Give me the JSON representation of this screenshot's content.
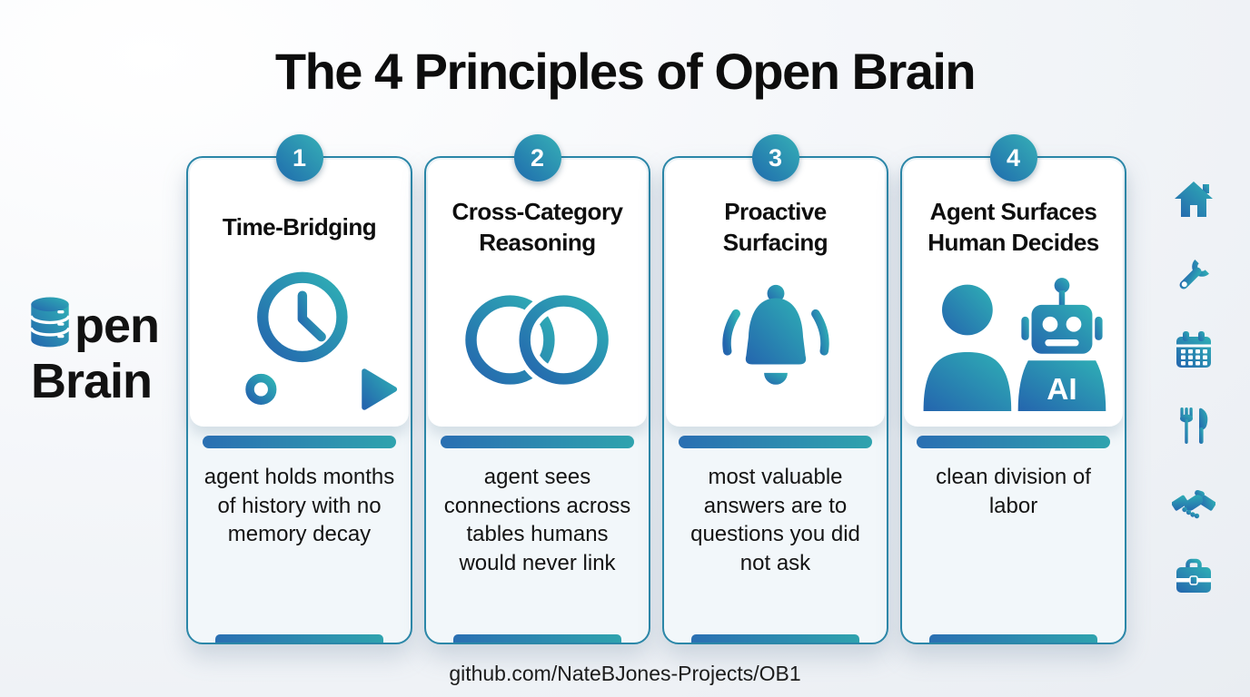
{
  "page": {
    "title": "The 4 Principles of Open Brain",
    "footer_url": "github.com/NateBJones-Projects/OB1"
  },
  "logo": {
    "icon": "database-icon",
    "word_top": "pen",
    "word_bottom": "Brain"
  },
  "cards": [
    {
      "number": "1",
      "title": "Time-Bridging",
      "icon": "clock-timeline-icon",
      "description": "agent holds months of history with no memory decay"
    },
    {
      "number": "2",
      "title": "Cross-Category Reasoning",
      "icon": "interlocking-rings-icon",
      "description": "agent sees connections across tables humans would never link"
    },
    {
      "number": "3",
      "title": "Proactive Surfacing",
      "icon": "bell-icon",
      "description": "most valuable answers are to questions you did not ask"
    },
    {
      "number": "4",
      "title": "Agent Surfaces Human Decides",
      "icon": "human-robot-icon",
      "robot_label": "AI",
      "description": "clean division of labor"
    }
  ],
  "side_icons": [
    "home-icon",
    "wrench-icon",
    "calendar-icon",
    "utensils-icon",
    "handshake-icon",
    "briefcase-icon"
  ],
  "colors": {
    "gradient_blue": "#2465ae",
    "gradient_teal": "#2fb0b5",
    "card_border": "#2b87a8",
    "badge_text": "#ffffff",
    "text": "#111111"
  }
}
